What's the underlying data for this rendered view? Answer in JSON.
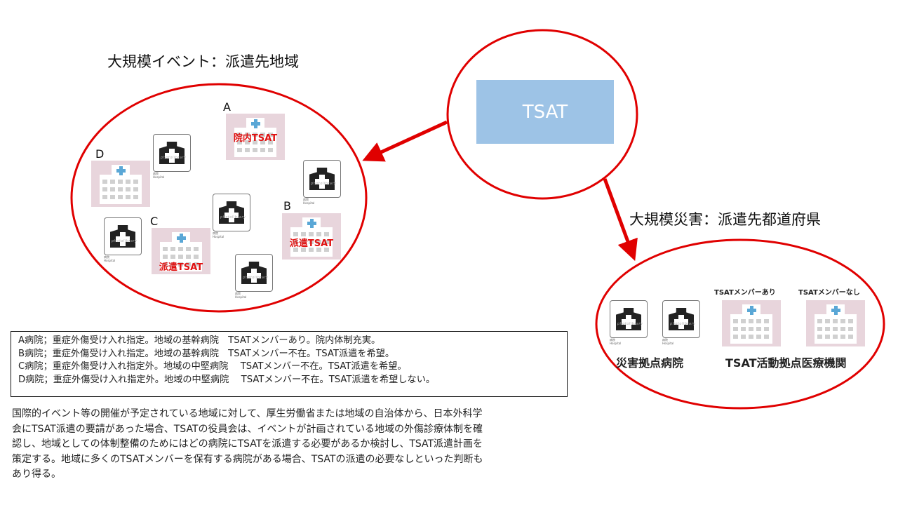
{
  "left_region": {
    "title": "大規模イベント：派遣先地域"
  },
  "right_region": {
    "title": "大規模災害：派遣先都道府県"
  },
  "tsat": {
    "label": "TSAT"
  },
  "colors": {
    "ellipse": "#e00000",
    "arrow": "#e00000",
    "tsat_box": "#9dc3e6",
    "hospital_pink": "#e8d5dc",
    "label_red": "#e01010"
  },
  "hospitals": [
    {
      "letter": "A",
      "label": "院内TSAT"
    },
    {
      "letter": "B",
      "label": "派遣TSAT"
    },
    {
      "letter": "C",
      "label": "派遣TSAT"
    },
    {
      "letter": "D",
      "label": ""
    }
  ],
  "icon": {
    "watermark": "photolibrary",
    "caption_ja": "病院",
    "caption_en": "Hospital"
  },
  "disaster": {
    "base_hospital_label": "災害拠点病院",
    "tsat_base_label": "TSAT活動拠点医療機関",
    "with_member": "TSATメンバーあり",
    "without_member": "TSATメンバーなし"
  },
  "legend_lines": [
    "A病院；重症外傷受け入れ指定。地域の基幹病院　TSATメンバーあり。院内体制充実。",
    "B病院；重症外傷受け入れ指定。地域の基幹病院　TSATメンバー不在。TSAT派遣を希望。",
    "C病院；重症外傷受け入れ指定外。地域の中堅病院　 TSATメンバー不在。TSAT派遣を希望。",
    "D病院；重症外傷受け入れ指定外。地域の中堅病院　 TSATメンバー不在。TSAT派遣を希望しない。"
  ],
  "description_lines": [
    "国際的イベント等の開催が予定されている地域に対して、厚生労働省または地域の自治体から、日本外科学",
    "会にTSAT派遣の要請があった場合、TSATの役員会は、イベントが計画されている地域の外傷診療体制を確",
    "認し、地域としての体制整備のためにはどの病院にTSATを派遣する必要があるか検討し、TSAT派遣計画を",
    "策定する。地域に多くのTSATメンバーを保有する病院がある場合、TSATの派遣の必要なしといった判断も",
    "あり得る。"
  ]
}
